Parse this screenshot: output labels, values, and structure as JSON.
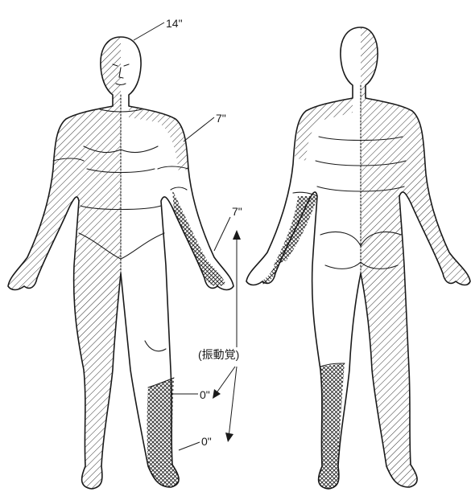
{
  "labels": {
    "head": "14\"",
    "shoulder": "7\"",
    "wrist": "7\"",
    "caption": "(振動覚)",
    "ankle": "0\"",
    "foot": "0\""
  }
}
